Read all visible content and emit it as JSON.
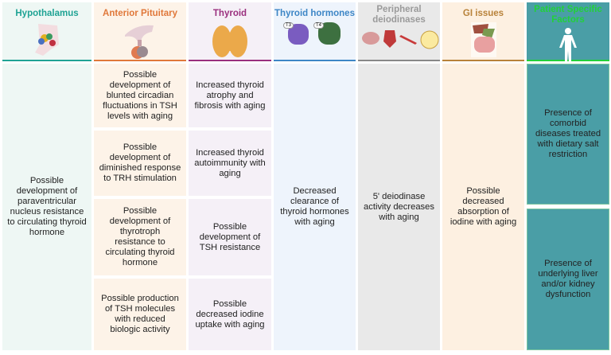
{
  "columns": [
    {
      "title": "Hypothalamus",
      "color": "#1fa394",
      "bg": "#eef7f4",
      "icon": "hypothalamus-icon"
    },
    {
      "title": "Anterior Pituitary",
      "color": "#e0783a",
      "bg": "#fdf3e8",
      "icon": "pituitary-icon"
    },
    {
      "title": "Thyroid",
      "color": "#9a2f7e",
      "bg": "#f5f0f7",
      "icon": "thyroid-gland-icon"
    },
    {
      "title": "Thyroid hormones",
      "color": "#3d86c6",
      "bg": "#eef4fc",
      "icon": "thyroid-hormones-icon",
      "labels": [
        "T3",
        "T4"
      ]
    },
    {
      "title": "Peripheral deiodinases",
      "color": "#9a9a9a",
      "bg": "#e9e9e9",
      "icon": "organs-icon"
    },
    {
      "title": "GI issues",
      "color": "#b8823a",
      "bg": "#fdf0e1",
      "icon": "gi-tract-icon"
    },
    {
      "title": "Patient Specific Factors",
      "color": "#22d03a",
      "bg": "#4a9ea6",
      "icon": "human-body-icon"
    }
  ],
  "hypothalamus": "Possible development of paraventricular nucleus resistance to circulating thyroid hormone",
  "pituitary": [
    "Possible development of blunted circadian fluctuations in TSH levels with aging",
    "Possible development of diminished response to TRH stimulation",
    "Possible development of thyrotroph resistance to circulating thyroid hormone",
    "Possible production of TSH molecules with reduced biologic activity"
  ],
  "thyroid": [
    "Increased thyroid atrophy and fibrosis with aging",
    "Increased thyroid autoimmunity with aging",
    "Possible development of TSH resistance",
    "Possible decreased iodine uptake with aging"
  ],
  "hormones": "Decreased clearance of thyroid hormones with aging",
  "deiodinases": "5' deiodinase activity decreases with aging",
  "gi": "Possible decreased absorption of iodine with aging",
  "patient": [
    "Presence of comorbid diseases treated with dietary salt restriction",
    "Presence of underlying liver and/or kidney dysfunction"
  ]
}
